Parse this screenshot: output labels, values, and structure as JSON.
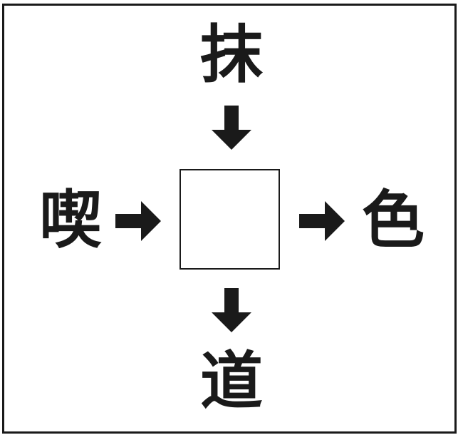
{
  "puzzle": {
    "top_char": "抹",
    "left_char": "喫",
    "right_char": "色",
    "bottom_char": "道",
    "answer_value": ""
  },
  "icons": {
    "top": "arrow-down-icon",
    "bottom": "arrow-down-icon",
    "left": "arrow-right-icon",
    "right": "arrow-right-icon"
  },
  "colors": {
    "ink": "#1a1a1a",
    "background": "#ffffff"
  }
}
